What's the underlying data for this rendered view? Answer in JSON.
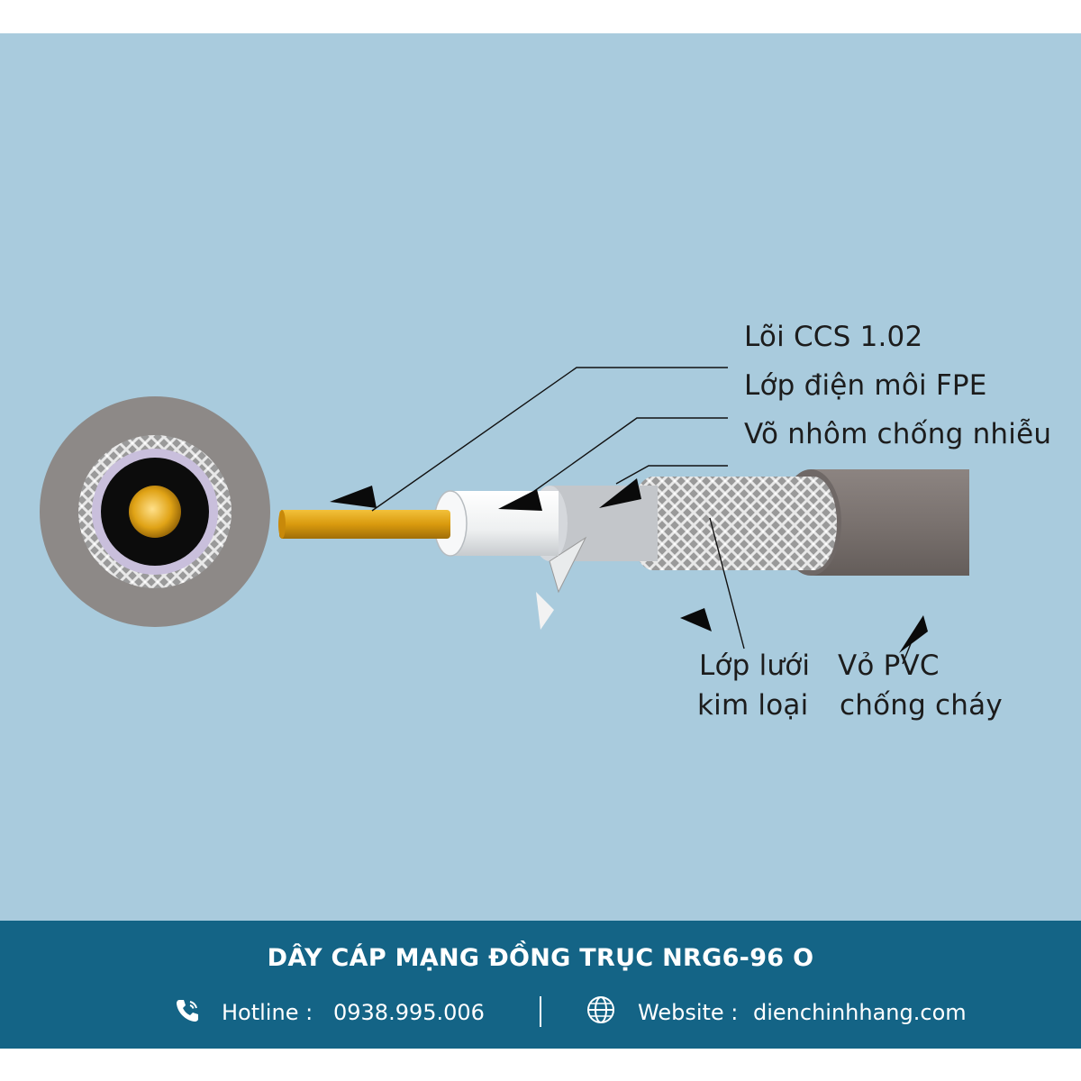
{
  "diagram": {
    "labels": {
      "core": "Lõi CCS 1.02",
      "dielectric": "Lớp điện môi FPE",
      "foil": "Võ nhôm chống nhiễu",
      "braid_line1": "Lớp lưới",
      "braid_line2": "kim loại",
      "jacket_line1": "Vỏ PVC",
      "jacket_line2": "chống cháy"
    },
    "colors": {
      "background": "#a9cbdd",
      "core": "#e0a316",
      "dielectric": "#f2f4f5",
      "foil": "#c9cdd2",
      "braid": "#b8b8b8",
      "jacket": "#7f7774",
      "leader": "#111111"
    }
  },
  "footer": {
    "title": "DÂY CÁP MẠNG ĐỒNG TRỤC NRG6-96 O",
    "hotline_label": "Hotline :",
    "hotline_value": "0938.995.006",
    "website_label": "Website :",
    "website_value": "dienchinhhang.com",
    "phone_icon": "phone-icon",
    "globe_icon": "globe-icon",
    "background_color": "#146486"
  }
}
